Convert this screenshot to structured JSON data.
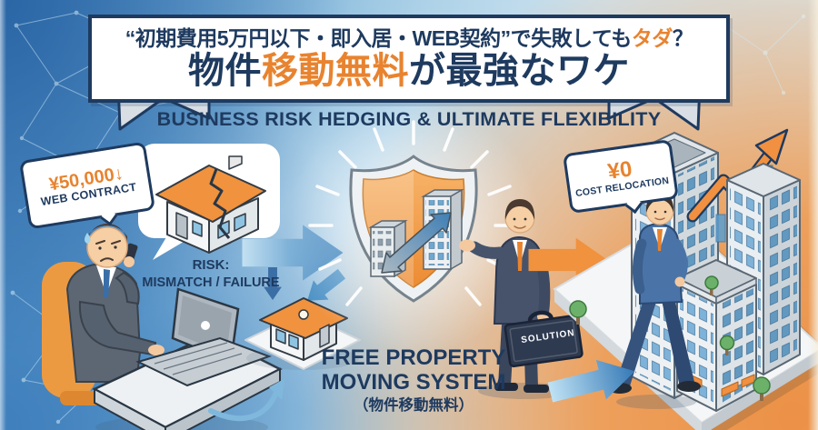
{
  "banner": {
    "catch_prefix": "“初期費用5万円以下・即入居・WEB契約”で失敗しても",
    "catch_highlight": "タダ",
    "catch_suffix": "？",
    "main_pre": "物件",
    "main_highlight": "移動無料",
    "main_suffix": "が最強なワケ"
  },
  "subtitle": {
    "text": "BUSINESS RISK HEDGING & ULTIMATE FLEXIBILITY"
  },
  "left_scene": {
    "price_badge": {
      "amount": "¥50,000",
      "arrow": "↓",
      "label": "WEB CONTRACT"
    },
    "risk_caption": {
      "line1": "RISK:",
      "line2": "MISMATCH / FAILURE"
    }
  },
  "center_scene": {
    "caption": {
      "line1": "FREE PROPERTY",
      "line2": "MOVING SYSTEM",
      "line3": "（物件移動無料）"
    },
    "briefcase_label": "SOLUTION"
  },
  "right_scene": {
    "cost_badge": {
      "amount": "¥0",
      "label": "COST RELOCATION"
    }
  },
  "colors": {
    "navy": "#1e3a5f",
    "accent_orange": "#e8832f",
    "arrow_blue": "#2f7ab8",
    "shield_orange": "#ec8c33",
    "bg_blue": "#7db3d9",
    "bg_orange": "#ec9a52",
    "white": "#ffffff"
  }
}
